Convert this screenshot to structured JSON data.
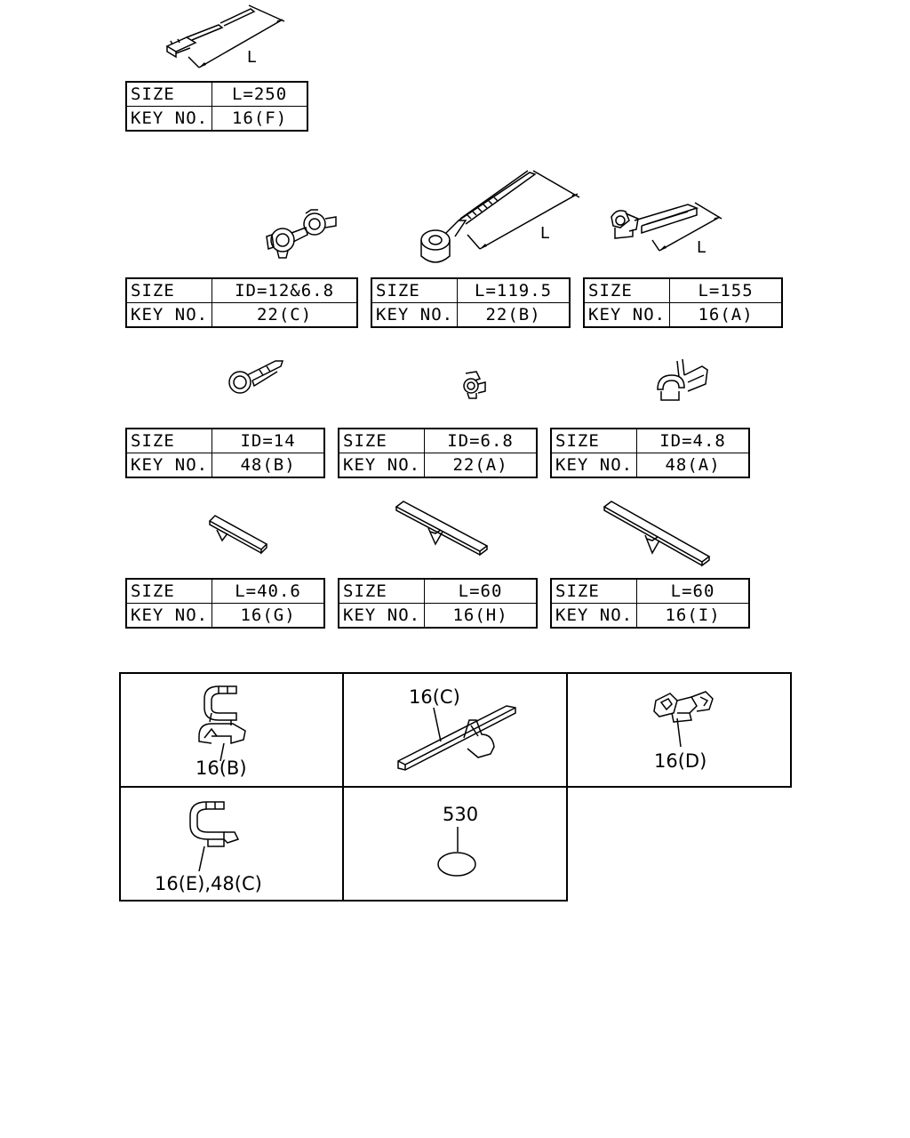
{
  "labels": {
    "size": "SIZE",
    "key_no": "KEY NO."
  },
  "dimension_letter": "L",
  "parts": [
    {
      "size": "L=250",
      "key": "16(F)"
    },
    {
      "size": "ID=12&6.8",
      "key": "22(C)"
    },
    {
      "size": "L=119.5",
      "key": "22(B)"
    },
    {
      "size": "L=155",
      "key": "16(A)"
    },
    {
      "size": "ID=14",
      "key": "48(B)"
    },
    {
      "size": "ID=6.8",
      "key": "22(A)"
    },
    {
      "size": "ID=4.8",
      "key": "48(A)"
    },
    {
      "size": "L=40.6",
      "key": "16(G)"
    },
    {
      "size": "L=60",
      "key": "16(H)"
    },
    {
      "size": "L=60",
      "key": "16(I)"
    }
  ],
  "grid_labels": {
    "a": "16(B)",
    "b": "16(C)",
    "c": "16(D)",
    "d": "16(E),48(C)",
    "e": "530"
  }
}
